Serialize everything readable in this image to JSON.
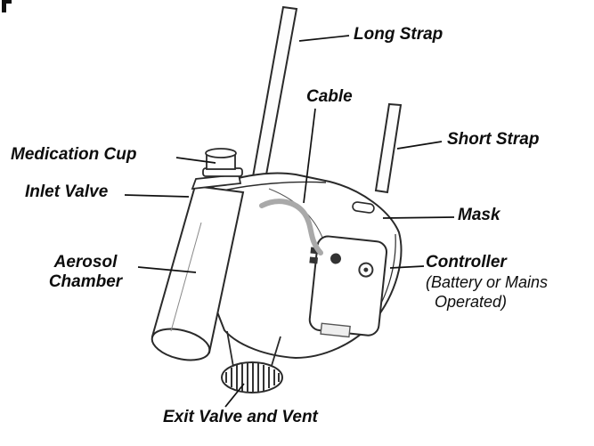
{
  "diagram": {
    "labels": {
      "long_strap": "Long Strap",
      "cable": "Cable",
      "short_strap": "Short Strap",
      "medication_cup": "Medication Cup",
      "inlet_valve": "Inlet Valve",
      "mask": "Mask",
      "aerosol_chamber": {
        "line1": "Aerosol",
        "line2": "Chamber"
      },
      "controller": {
        "title": "Controller",
        "note_line1": "(Battery or Mains",
        "note_line2": "Operated)"
      },
      "exit_valve_and_vent": "Exit Valve and Vent"
    },
    "colors": {
      "line": "#2a2a2a",
      "cable": "#a9a9a9",
      "text": "#0d0d0d",
      "background": "#ffffff"
    }
  }
}
